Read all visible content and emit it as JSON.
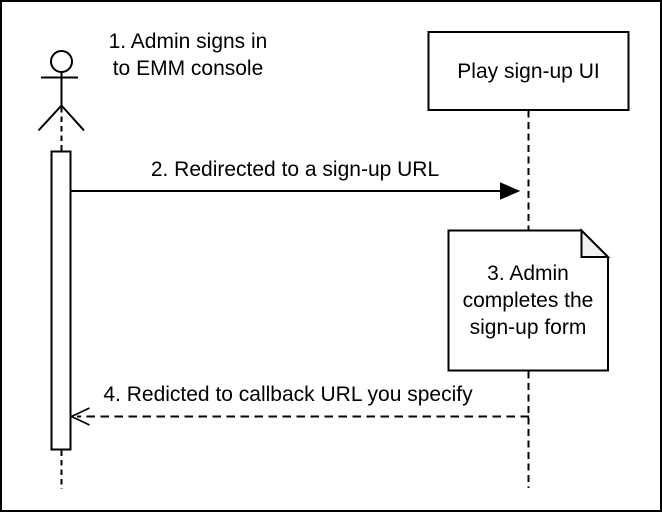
{
  "diagram": {
    "type": "sequence-diagram",
    "actor": {
      "label": "1. Admin signs in\nto EMM console"
    },
    "participant": {
      "label": "Play sign-up UI"
    },
    "messages": [
      {
        "label": "2. Redirected to a sign-up URL",
        "style": "solid",
        "direction": "right"
      },
      {
        "label": "4. Redicted to callback URL you specify",
        "style": "dashed",
        "direction": "left"
      }
    ],
    "note": {
      "label": "3. Admin\ncompletes the\nsign-up form"
    },
    "colors": {
      "stroke": "#000000",
      "shape_fill": "#ffffff",
      "note_fold_fill": "#f2f2f2"
    }
  }
}
